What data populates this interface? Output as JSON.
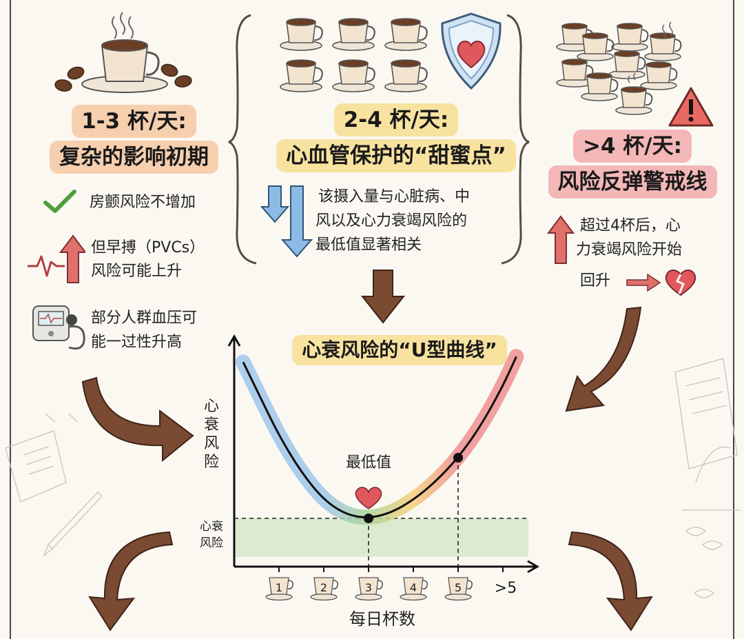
{
  "col_left": {
    "heading_line1": "1-3 杯/天:",
    "heading_line2": "复杂的影响初期",
    "items": [
      {
        "icon": "check-icon",
        "text": "房颤风险不增加"
      },
      {
        "icon": "up-arrow-icon",
        "text_line1": "但早搏（PVCs）",
        "text_line2": "风险可能上升"
      },
      {
        "icon": "blood-pressure-monitor-icon",
        "text_line1": "部分人群血压可",
        "text_line2": "能一过性升高"
      }
    ]
  },
  "col_mid": {
    "heading_line1": "2-4 杯/天:",
    "heading_line2": "心血管保护的“甜蜜点”",
    "text_line1": "该摄入量与心脏病、中",
    "text_line2": "风以及心力衰竭风险的",
    "text_line3": "最低值显著相关"
  },
  "col_right": {
    "heading_line1": ">4 杯/天:",
    "heading_line2": "风险反弹警戒线",
    "text_line1": "超过4杯后，心",
    "text_line2": "力衰竭风险开始",
    "text_line3": "回升"
  },
  "chart_data": {
    "type": "line",
    "title": "心衰风险的“U型曲线”",
    "xlabel": "每日杯数",
    "ylabel": "心衰风险",
    "baseline_label": "心衰风险",
    "x_ticks": [
      "1",
      "2",
      "3",
      "4",
      "5",
      ">5"
    ],
    "minimum_label": "最低值",
    "minimum_x": 3,
    "marked_point_x": 5,
    "curve_points": [
      {
        "x": 0.2,
        "y": 95
      },
      {
        "x": 0.5,
        "y": 80
      },
      {
        "x": 1.0,
        "y": 55
      },
      {
        "x": 1.5,
        "y": 35
      },
      {
        "x": 2.0,
        "y": 20
      },
      {
        "x": 2.5,
        "y": 12
      },
      {
        "x": 3.0,
        "y": 10
      },
      {
        "x": 3.5,
        "y": 13
      },
      {
        "x": 4.0,
        "y": 20
      },
      {
        "x": 4.5,
        "y": 30
      },
      {
        "x": 5.0,
        "y": 43
      },
      {
        "x": 5.5,
        "y": 60
      },
      {
        "x": 6.0,
        "y": 82
      },
      {
        "x": 6.3,
        "y": 98
      }
    ],
    "colors": {
      "curve": "#111111",
      "band_blue": "#9fc6ea",
      "band_green": "#a9d49a",
      "band_yellow": "#f5d07a",
      "band_red": "#ee9090",
      "baseline_fill": "#dcebcf"
    }
  },
  "colors": {
    "arrow_brown": "#7a4a33",
    "down_arrow_blue": "#8dbbe6",
    "up_arrow_red": "#e0706b",
    "check_green": "#4e9e3c",
    "heart_red": "#e0585c"
  }
}
